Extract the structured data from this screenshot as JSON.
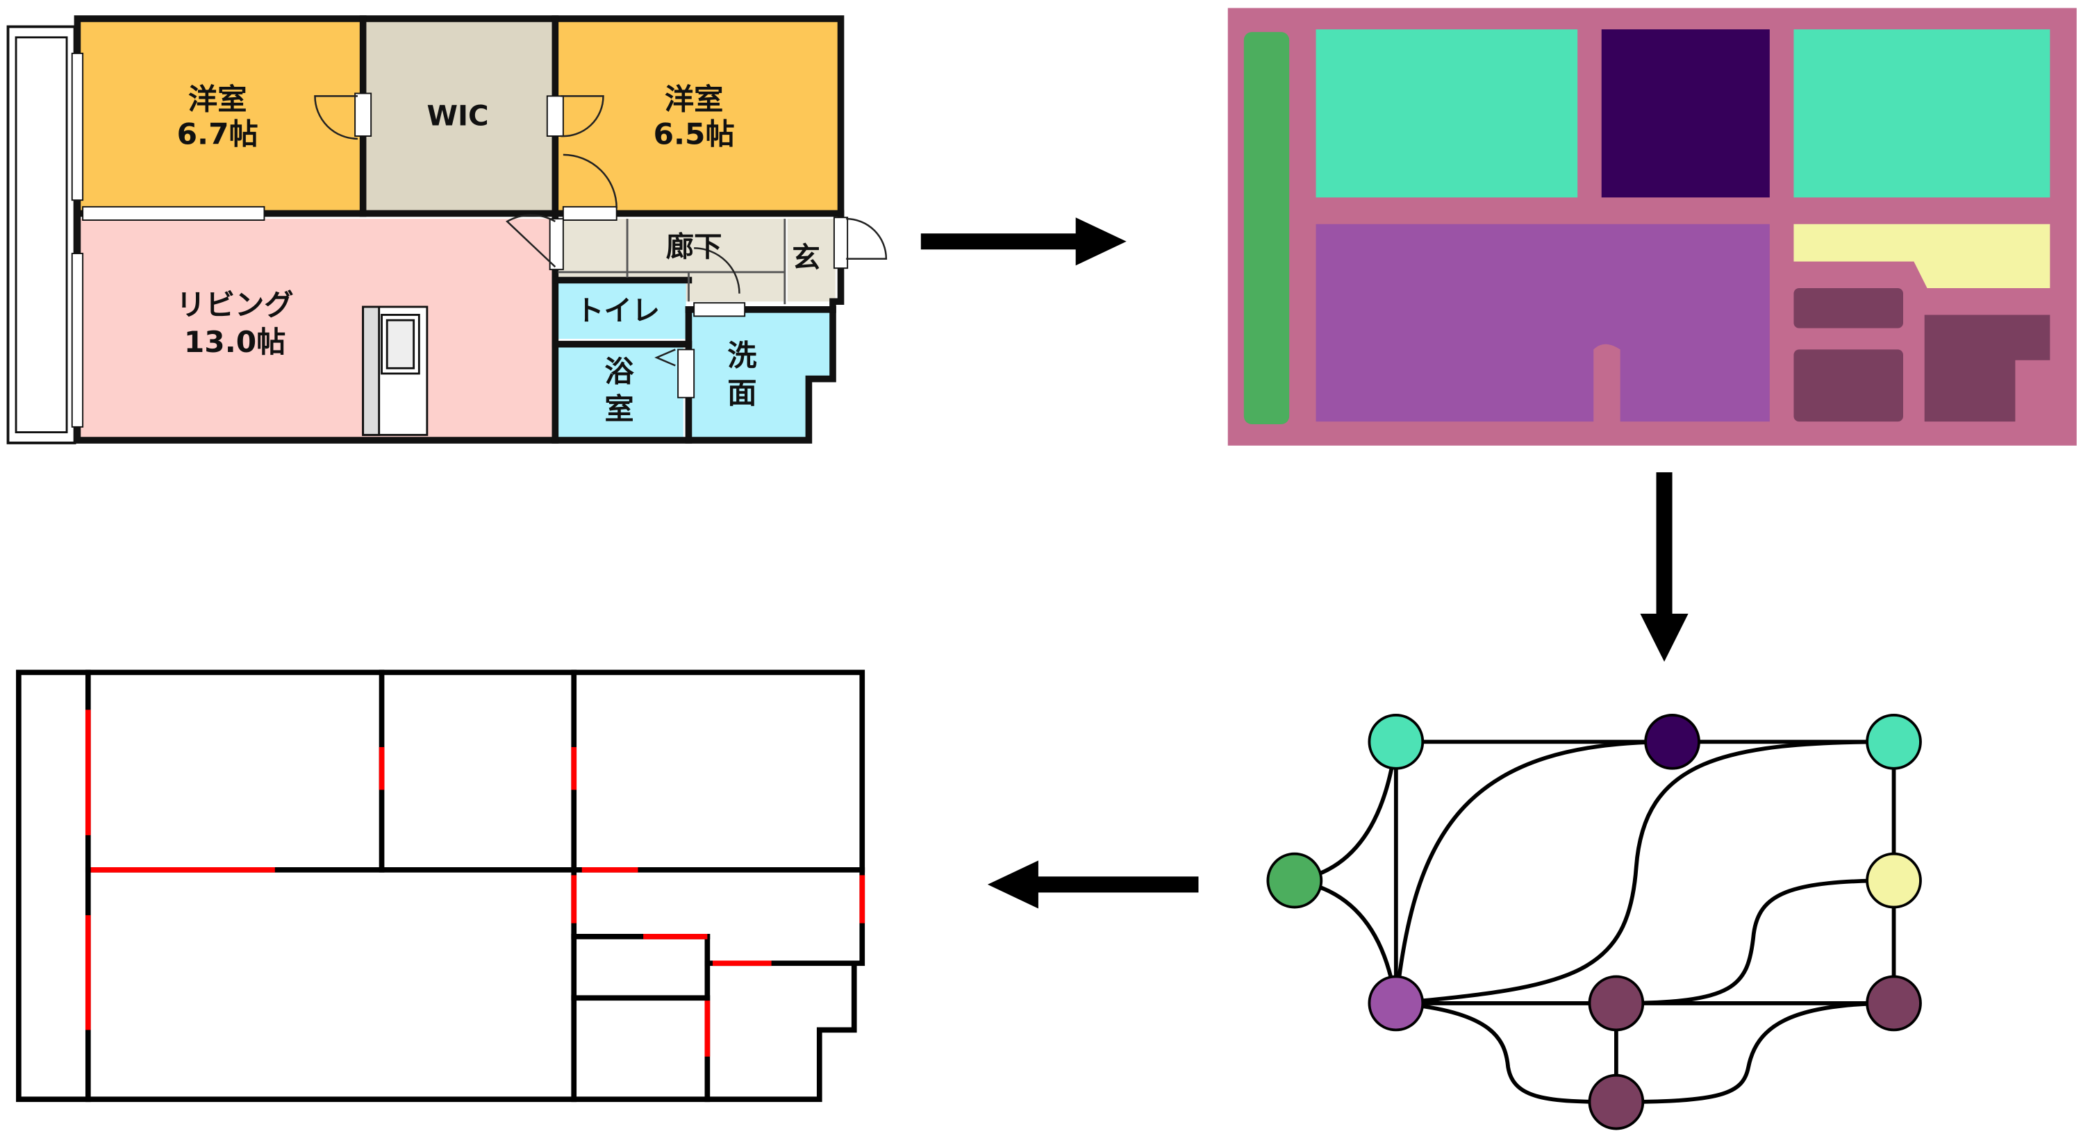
{
  "floorplan": {
    "rooms": {
      "western_left": {
        "name": "洋室",
        "area": "6.7帖"
      },
      "wic": {
        "name": "WIC"
      },
      "western_right": {
        "name": "洋室",
        "area": "6.5帖"
      },
      "living": {
        "name": "リビング",
        "area": "13.0帖"
      },
      "hallway": {
        "name": "廊下"
      },
      "entrance": {
        "name": "玄"
      },
      "toilet": {
        "name": "トイレ"
      },
      "bath": {
        "line1": "浴",
        "line2": "室"
      },
      "washroom": {
        "line1": "洗",
        "line2": "面"
      }
    },
    "colors": {
      "western": "#fdc757",
      "wic": "#dcd6c3",
      "living": "#fdd0cc",
      "wet": "#b2f1fc",
      "corridor": "#e8e4d6",
      "wall": "#111111"
    }
  },
  "segmentation": {
    "colors": {
      "background": "#c26b8f",
      "balcony": "#4cae5e",
      "bedroom": "#4de2b5",
      "closet": "#36005a",
      "living": "#9b53a6",
      "entrance": "#f4f4a4",
      "bathroom": "#7a3f5f"
    }
  },
  "graph": {
    "colors": {
      "bedroom": "#4de2b5",
      "closet": "#36005a",
      "balcony": "#4cae5e",
      "entrance": "#f4f4a4",
      "living": "#9b53a6",
      "bathroom": "#7a3f5f"
    }
  },
  "wireframe": {
    "colors": {
      "wall": "#000000",
      "door": "#ff0000"
    }
  }
}
